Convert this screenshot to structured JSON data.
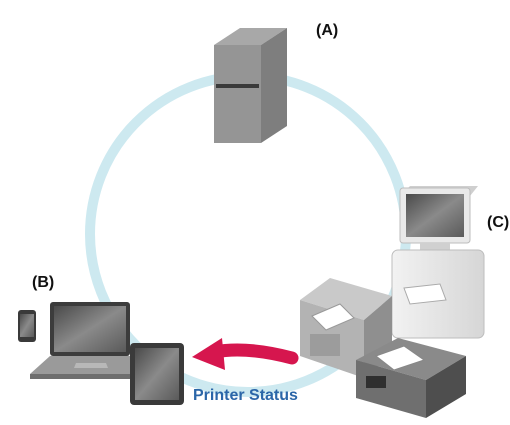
{
  "labels": {
    "server": "(A)",
    "clients": "(B)",
    "printers": "(C)"
  },
  "status_text": "Printer Status",
  "colors": {
    "ring": "#cde9f0",
    "arrow": "#d6164e",
    "status_text": "#2b66a8"
  }
}
